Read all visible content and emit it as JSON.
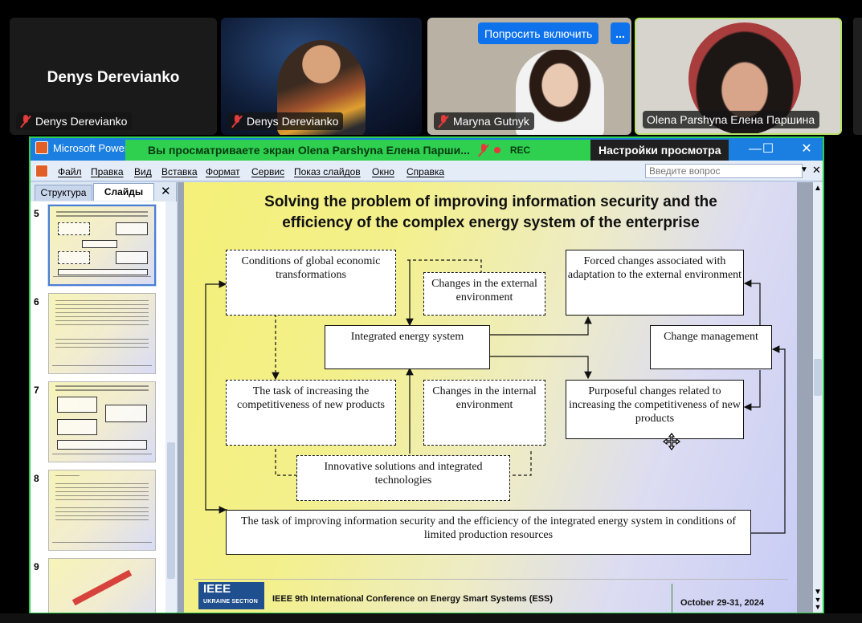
{
  "participants": [
    {
      "display": "Denys Derevianko",
      "label": "Denys Derevianko",
      "muted": true
    },
    {
      "label": "Denys Derevianko",
      "muted": true
    },
    {
      "label": "Maryna Gutnyk",
      "muted": true
    },
    {
      "label": "Olena Parshyna Елена Паршина",
      "muted": false,
      "active_speaker": true
    }
  ],
  "ask_to_unmute_label": "Попросить включить",
  "more_label": "...",
  "share": {
    "app_title": "Microsoft Power",
    "banner": "Вы просматриваете экран  Olena Parshyna Елена Парши...",
    "rec": "REC",
    "view_settings": "Настройки просмотра",
    "accent": "#2fcf4f"
  },
  "window_controls": {
    "minimize": "—",
    "maximize": "☐",
    "close": "✕"
  },
  "menu": [
    "Файл",
    "Правка",
    "Вид",
    "Вставка",
    "Формат",
    "Сервис",
    "Показ слайдов",
    "Окно",
    "Справка"
  ],
  "help_placeholder": "Введите вопрос",
  "pane": {
    "tabs": [
      "Структура",
      "Слайды"
    ],
    "close": "✕"
  },
  "slides": [
    {
      "num": "5",
      "selected": true
    },
    {
      "num": "6",
      "selected": false
    },
    {
      "num": "7",
      "selected": false
    },
    {
      "num": "8",
      "selected": false
    },
    {
      "num": "9",
      "selected": false
    }
  ],
  "slide": {
    "title_line1": "Solving the problem of improving information security and the",
    "title_line2": "efficiency of the complex energy system of the enterprise",
    "boxes": {
      "global": "Conditions of global economic transformations",
      "external": "Changes in the external environment",
      "forced": "Forced changes associated with adaptation to the external environment",
      "integrated": "Integrated energy system",
      "change_mgmt": "Change management",
      "task_comp": "The task of increasing the competitiveness of new products",
      "internal": "Changes in the internal environment",
      "purposeful": "Purposeful changes related to increasing the competitiveness of new products",
      "innovative": "Innovative solutions and integrated technologies",
      "task_security": "The task of improving information security and the efficiency of the integrated energy system in conditions of limited production resources"
    },
    "footer": {
      "logo": "IEEE",
      "logo_sub": "UKRAINE SECTION",
      "conference": "IEEE 9th International Conference on Energy Smart Systems (ESS)",
      "date": "October 29-31, 2024"
    }
  }
}
